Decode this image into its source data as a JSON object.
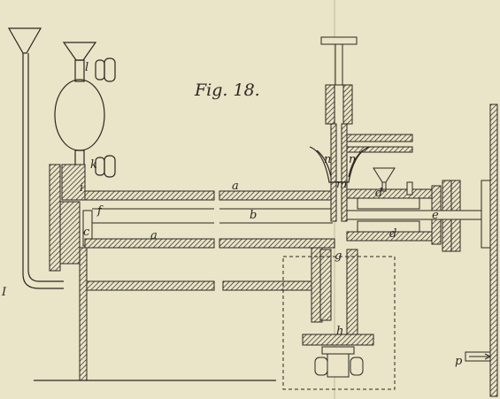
{
  "figure": {
    "title": "Fig. 18.",
    "labels": {
      "a_top": "a",
      "a_bottom": "a",
      "b": "b",
      "c": "c",
      "d_top": "d",
      "d_bottom": "d",
      "e": "e",
      "f": "f",
      "g": "g",
      "h": "h",
      "i": "i",
      "k": "k",
      "l": "l",
      "m": "m",
      "n_left": "n",
      "n_right": "n",
      "p": "p",
      "margin_mark": "I"
    }
  },
  "colors": {
    "paper": "#eae4c8",
    "ink": "#2b2720"
  }
}
